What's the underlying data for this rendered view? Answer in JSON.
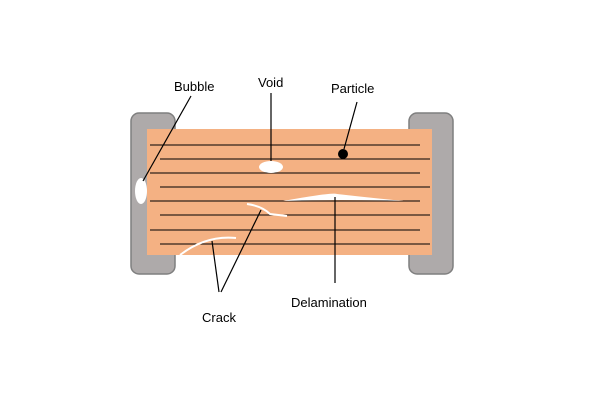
{
  "labels": {
    "bubble": "Bubble",
    "void": "Void",
    "particle": "Particle",
    "delamination": "Delamination",
    "crack": "Crack"
  },
  "colors": {
    "ceramic_body": "#f4b183",
    "terminal": "#aeaaaa",
    "terminal_border": "#7f7f7f",
    "electrode_line": "#000000",
    "defect_fill": "#ffffff",
    "particle_fill": "#000000",
    "leader_line": "#000000"
  },
  "structure": {
    "electrode_count": 8
  }
}
